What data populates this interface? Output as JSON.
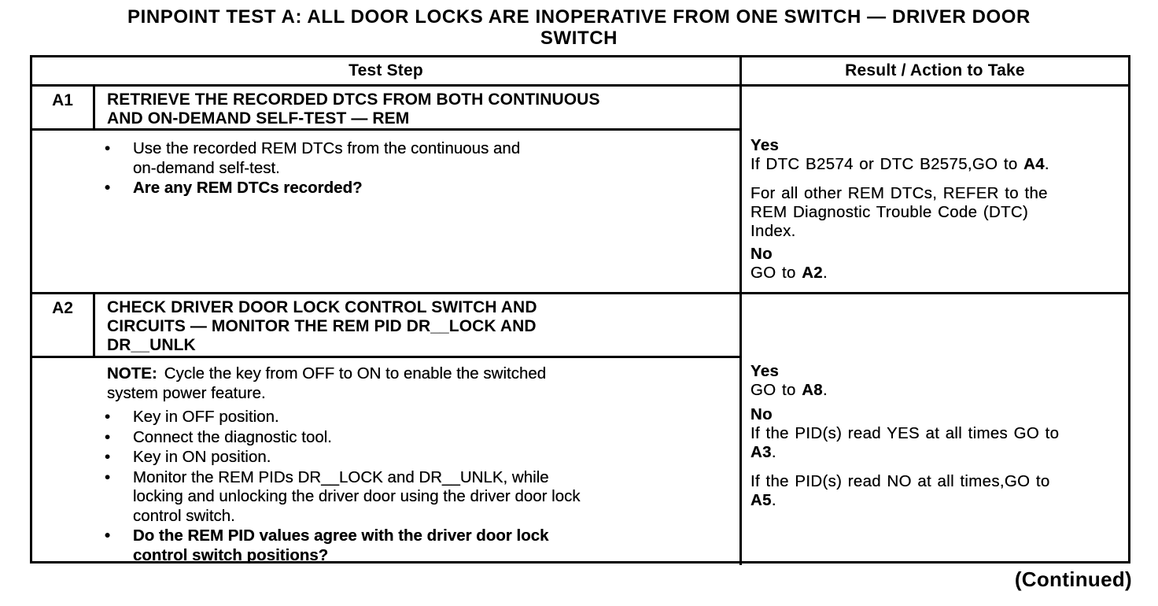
{
  "page": {
    "title_line1": "PINPOINT TEST A: ALL DOOR LOCKS ARE INOPERATIVE FROM ONE SWITCH — DRIVER DOOR",
    "title_line2": "SWITCH",
    "continued": "(Continued)"
  },
  "table": {
    "header": {
      "test_step": "Test Step",
      "result": "Result / Action to Take"
    },
    "rows": [
      {
        "id": "A1",
        "title_lines": [
          "RETRIEVE THE RECORDED DTCS FROM BOTH CONTINUOUS",
          "AND ON-DEMAND SELF-TEST — REM"
        ],
        "bullets": [
          {
            "bold": false,
            "lines": [
              "Use the recorded REM DTCs from the continuous and",
              "on-demand self-test."
            ]
          },
          {
            "bold": true,
            "lines": [
              "Are any REM DTCs recorded?"
            ]
          }
        ],
        "result": {
          "yes_label": "Yes",
          "yes_pre": "If DTC B2574 or DTC B2575,GO to ",
          "yes_ref": "A4",
          "yes_post": ".",
          "refer_lines": [
            "For all other REM DTCs, REFER to the",
            "REM Diagnostic Trouble Code (DTC)",
            "Index."
          ],
          "no_label": "No",
          "no_pre": "GO to ",
          "no_ref": "A2",
          "no_post": "."
        }
      },
      {
        "id": "A2",
        "title_lines": [
          "CHECK DRIVER DOOR LOCK CONTROL SWITCH AND",
          "CIRCUITS — MONITOR THE REM PID DR__LOCK AND",
          "DR__UNLK"
        ],
        "note": {
          "label": "NOTE:",
          "line1": "Cycle the key from OFF to ON to enable the switched",
          "line2": "system power feature."
        },
        "bullets": [
          {
            "bold": false,
            "lines": [
              "Key in OFF position."
            ]
          },
          {
            "bold": false,
            "lines": [
              "Connect the diagnostic tool."
            ]
          },
          {
            "bold": false,
            "lines": [
              "Key in ON position."
            ]
          },
          {
            "bold": false,
            "lines": [
              "Monitor the REM PIDs DR__LOCK and DR__UNLK, while",
              "locking and unlocking the driver door using the driver door lock",
              "control switch."
            ]
          },
          {
            "bold": true,
            "lines": [
              "Do the REM PID values agree with the driver door lock",
              "control switch positions?"
            ]
          }
        ],
        "result": {
          "yes_label": "Yes",
          "yes_pre": "GO to ",
          "yes_ref": "A8",
          "yes_post": ".",
          "no_label": "No",
          "no_p1_line1": "If the PID(s) read YES at all times GO to",
          "no_p1_ref": "A3",
          "no_p1_post": ".",
          "no_p2_line1": "If the PID(s) read NO at all times,GO to",
          "no_p2_ref": "A5",
          "no_p2_post": "."
        }
      }
    ]
  }
}
